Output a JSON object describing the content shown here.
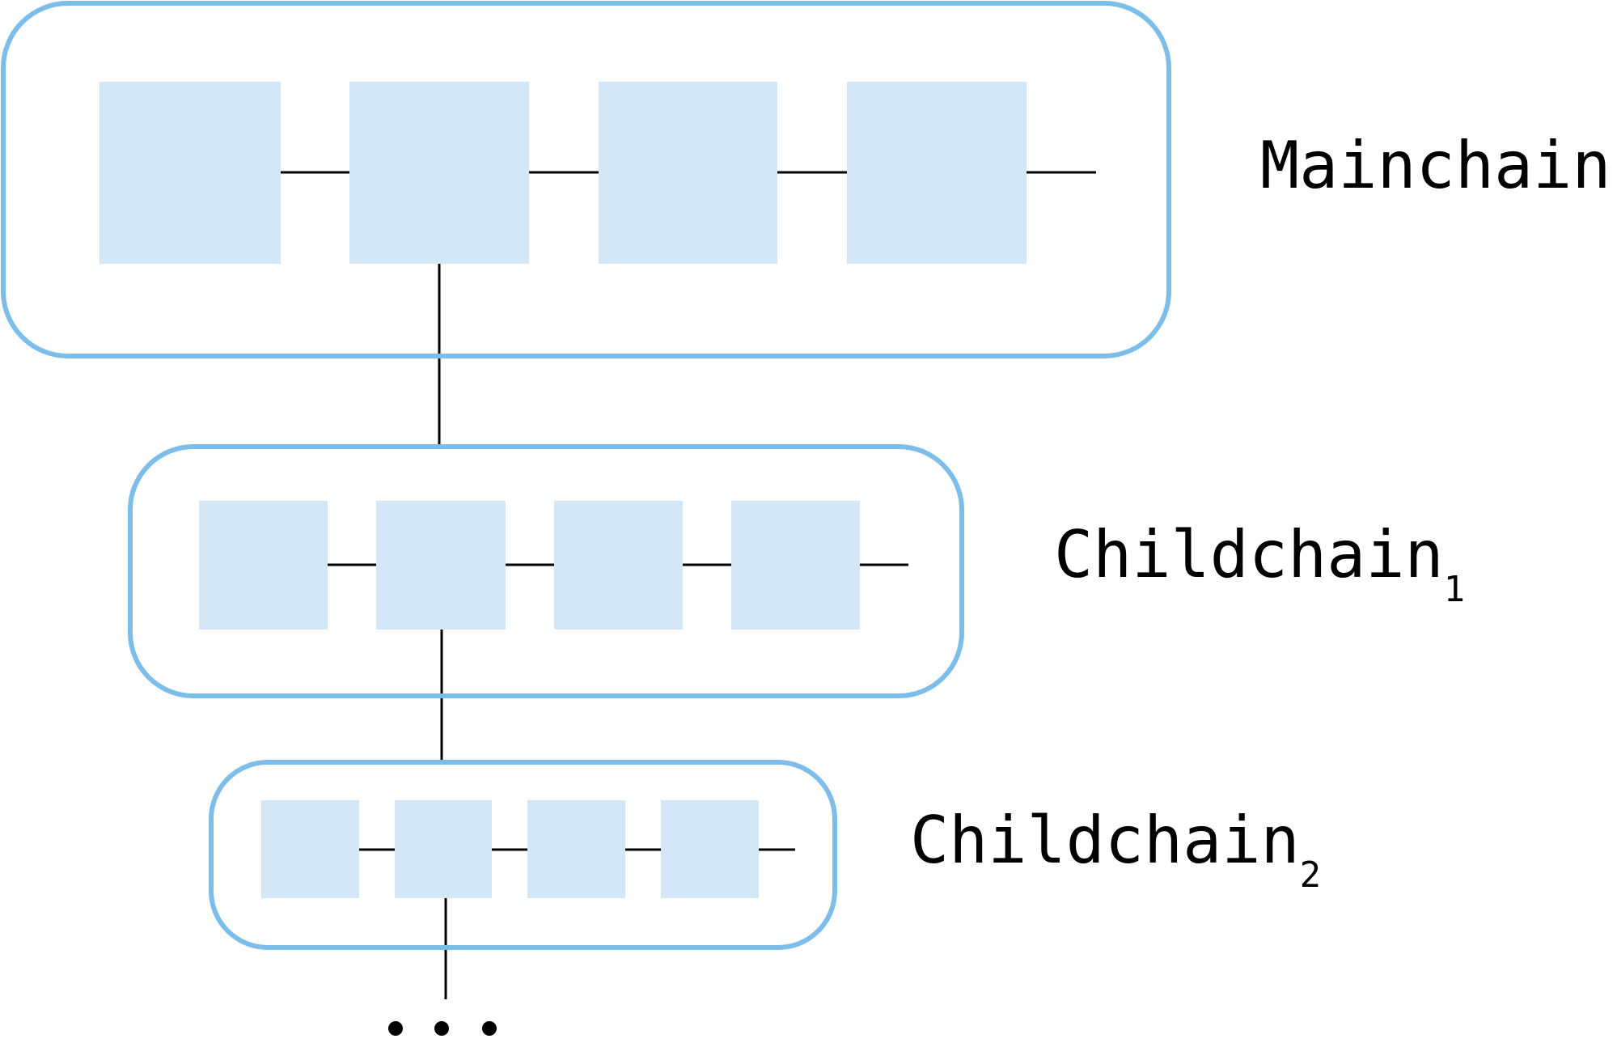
{
  "diagram": {
    "colors": {
      "frame": "#7dbde9",
      "block": "#d4e7f7",
      "line": "#000000"
    },
    "chains": [
      {
        "name": "mainchain",
        "label": "Mainchain",
        "subscript": ""
      },
      {
        "name": "childchain-1",
        "label": "Childchain",
        "subscript": "1"
      },
      {
        "name": "childchain-2",
        "label": "Childchain",
        "subscript": "2"
      }
    ],
    "continuation": "..."
  }
}
